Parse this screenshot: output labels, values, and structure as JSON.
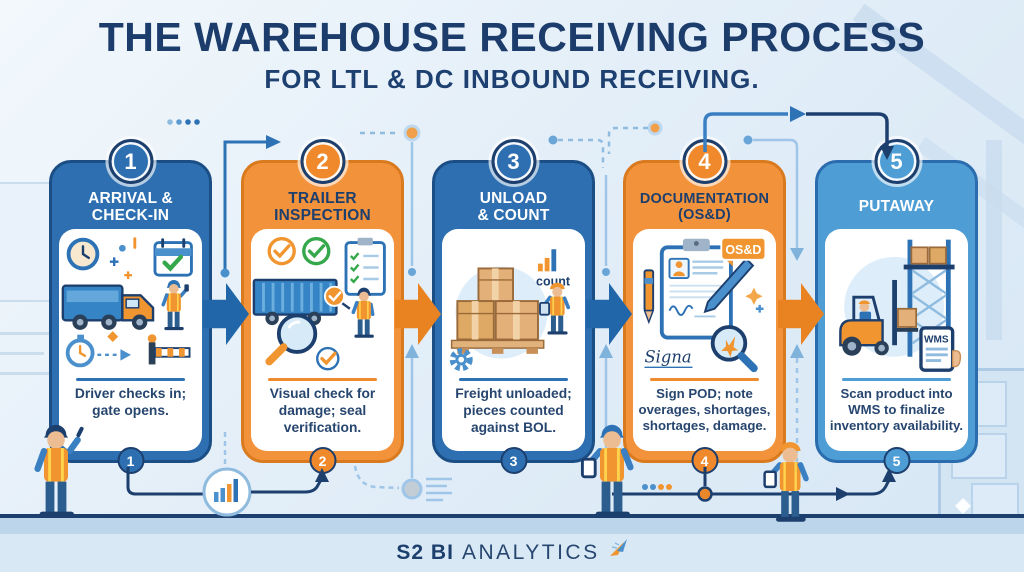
{
  "title": "THE WAREHOUSE RECEIVING PROCESS",
  "subtitle": "FOR LTL & DC INBOUND RECEIVING.",
  "steps": [
    {
      "number": "1",
      "title": "ARRIVAL & CHECK-IN",
      "title_lines": [
        "ARRIVAL &",
        "CHECK-IN"
      ],
      "description": "Driver checks in; gate opens.",
      "theme": "blue"
    },
    {
      "number": "2",
      "title": "TRAILER INSPECTION",
      "title_lines": [
        "TRAILER",
        "INSPECTION"
      ],
      "description": "Visual check for damage; seal verification.",
      "theme": "orange"
    },
    {
      "number": "3",
      "title": "UNLOAD & COUNT",
      "title_lines": [
        "UNLOAD",
        "& COUNT"
      ],
      "description": "Freight unloaded; pieces counted against BOL.",
      "theme": "blue"
    },
    {
      "number": "4",
      "title": "DOCUMENTATION (OS&D)",
      "title_lines": [
        "DOCUMENTATION",
        "(OS&D)"
      ],
      "description": "Sign POD; note overages, shortages, shortages, damage.",
      "theme": "orange"
    },
    {
      "number": "5",
      "title": "PUTAWAY",
      "title_lines": [
        "PUTAWAY"
      ],
      "description": "Scan product into WMS to finalize inventory availability.",
      "theme": "lightblue"
    }
  ],
  "labels": {
    "count": "count",
    "osd_tag": "OS&D",
    "signature": "Signa",
    "wms": "WMS"
  },
  "footer": {
    "brand_bold": "S2 BI",
    "brand_light": "ANALYTICS"
  },
  "colors": {
    "navy": "#1d3f6e",
    "card_blue": "#2d6fb0",
    "card_light_blue": "#4e9ed5",
    "card_orange": "#f2923a",
    "arrow_blue": "#2166a8",
    "arrow_orange": "#e98322",
    "background": "#e3eef8"
  }
}
